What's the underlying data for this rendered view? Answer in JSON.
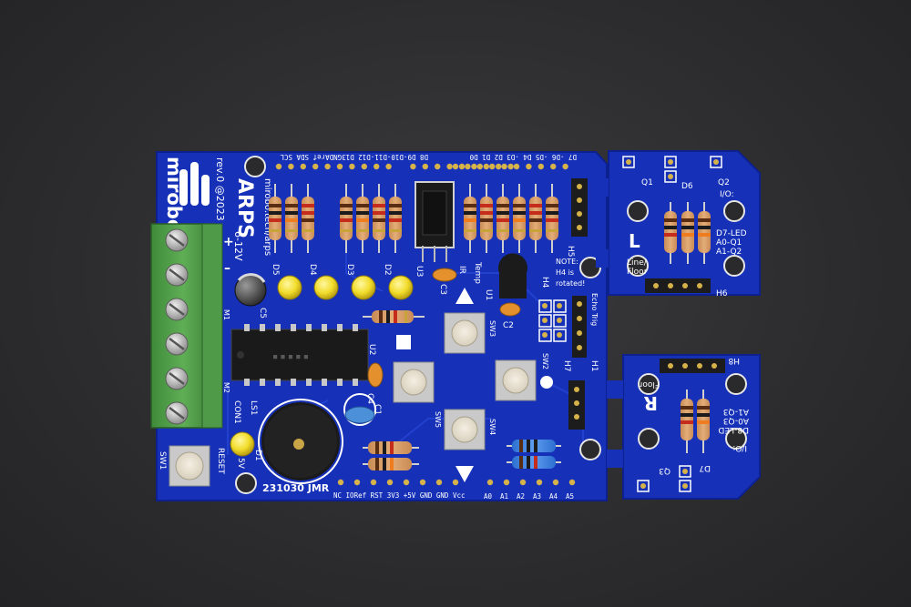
{
  "brand": {
    "logo_text": "mirobo"
  },
  "main_board": {
    "title": "ARPS",
    "revision": "rev.0 @2023",
    "url": "mirobo.tech/arps",
    "voltage": "6-12V",
    "plus": "+",
    "minus": "–",
    "date_code": "231030 JMR",
    "top_header_labels": "D8 D9-D10-D11-D12 D13GNDAref SDA SCL",
    "top_header_labels_right": "D7 -D6 -D5 D4 -D3 D2 D1 D0",
    "bottom_header_labels": "NC IORef RST 3V3 +5V GND GND Vcc",
    "bottom_analog_labels": [
      "A0",
      "A1",
      "A2",
      "A3",
      "A4",
      "A5"
    ],
    "note_text": [
      "NOTE:",
      "H4 is",
      "rotated!"
    ],
    "echo_trig": "Echo Trig",
    "labels": {
      "reset": "RESET",
      "sw1": "SW1",
      "sw2": "SW2",
      "sw3": "SW3",
      "sw4": "SW4",
      "sw5": "SW5",
      "ls1": "LS1",
      "con1": "CON1",
      "u2": "U2",
      "u3": "U3",
      "u1": "U1",
      "ir": "IR",
      "temp": "Temp",
      "d1": "D1",
      "d2": "D2",
      "d3": "D3",
      "d4": "D4",
      "d5": "D5",
      "c1": "C1",
      "c2": "C2",
      "c3": "C3",
      "c4": "C4",
      "c5": "C5",
      "h1": "H1",
      "h4": "H4",
      "h5": "H5",
      "h7": "H7",
      "m1": "M1",
      "m2": "M2",
      "five_v": "5V",
      "l_marker": "L",
      "r_marker": "R"
    }
  },
  "left_sensor_board": {
    "side_letter": "L",
    "caption": [
      "Line/",
      "Floor"
    ],
    "io_title": "I/O:",
    "io_lines": [
      "D7-LED",
      "A0-Q1",
      "A1-Q2"
    ],
    "q1": "Q1",
    "q2": "Q2",
    "d6": "D6",
    "header": "H6"
  },
  "right_sensor_board": {
    "side_letter": "R",
    "caption": "Floor",
    "io_title": "I/O:",
    "io_lines": [
      "D8-LED",
      "A0-Q3",
      "A1-Q3"
    ],
    "q3": "Q3",
    "d7": "D7",
    "header": "H8"
  }
}
